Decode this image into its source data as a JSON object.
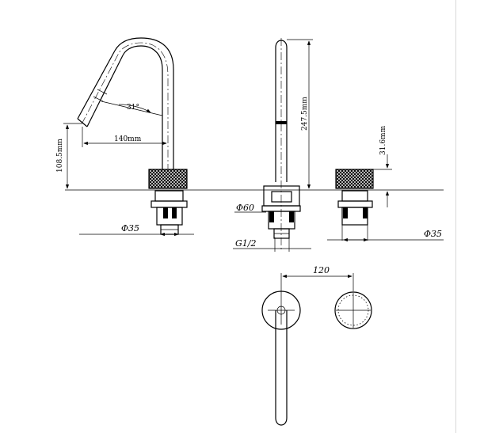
{
  "dimensions": {
    "angle": "31°",
    "reach": "140mm",
    "spout_height": "108.5mm",
    "total_height": "247.5mm",
    "handle_height": "31.6mm",
    "spout_base_diameter": "Φ60",
    "thread": "G1/2",
    "left_handle_diameter": "Φ35",
    "right_handle_diameter": "Φ35",
    "center_spacing": "120"
  }
}
